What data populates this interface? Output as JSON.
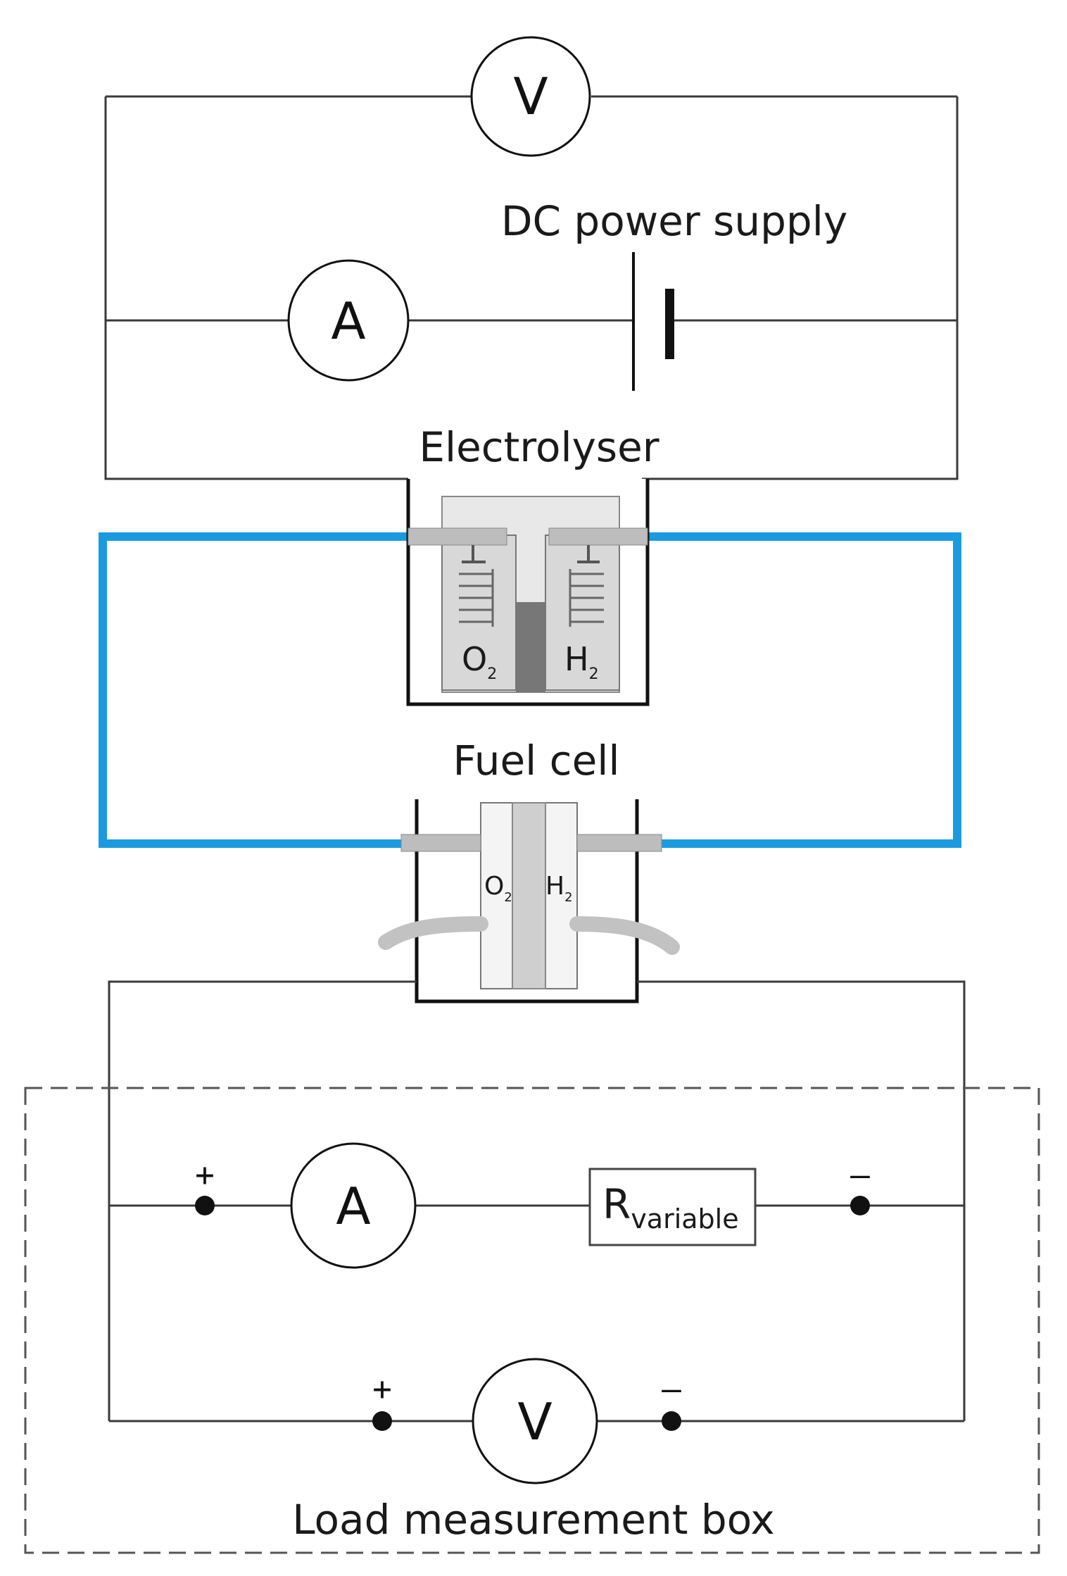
{
  "top_circuit": {
    "voltmeter_symbol": "V",
    "ammeter_symbol": "A",
    "power_supply_label": "DC power supply"
  },
  "electrolyser": {
    "label": "Electrolyser",
    "oxygen_label": "O",
    "oxygen_subscript": "2",
    "hydrogen_label": "H",
    "hydrogen_subscript": "2"
  },
  "fuel_cell": {
    "label": "Fuel cell",
    "oxygen_label": "O",
    "oxygen_subscript": "2",
    "hydrogen_label": "H",
    "hydrogen_subscript": "2"
  },
  "load_box": {
    "label": "Load measurement box",
    "ammeter_symbol": "A",
    "voltmeter_symbol": "V",
    "resistor_label": "R",
    "resistor_subscript": "variable",
    "plus_sign": "+",
    "minus_sign": "–"
  },
  "colors": {
    "gas_tube": "#1a9be0",
    "wire": "#3a3a3a"
  }
}
